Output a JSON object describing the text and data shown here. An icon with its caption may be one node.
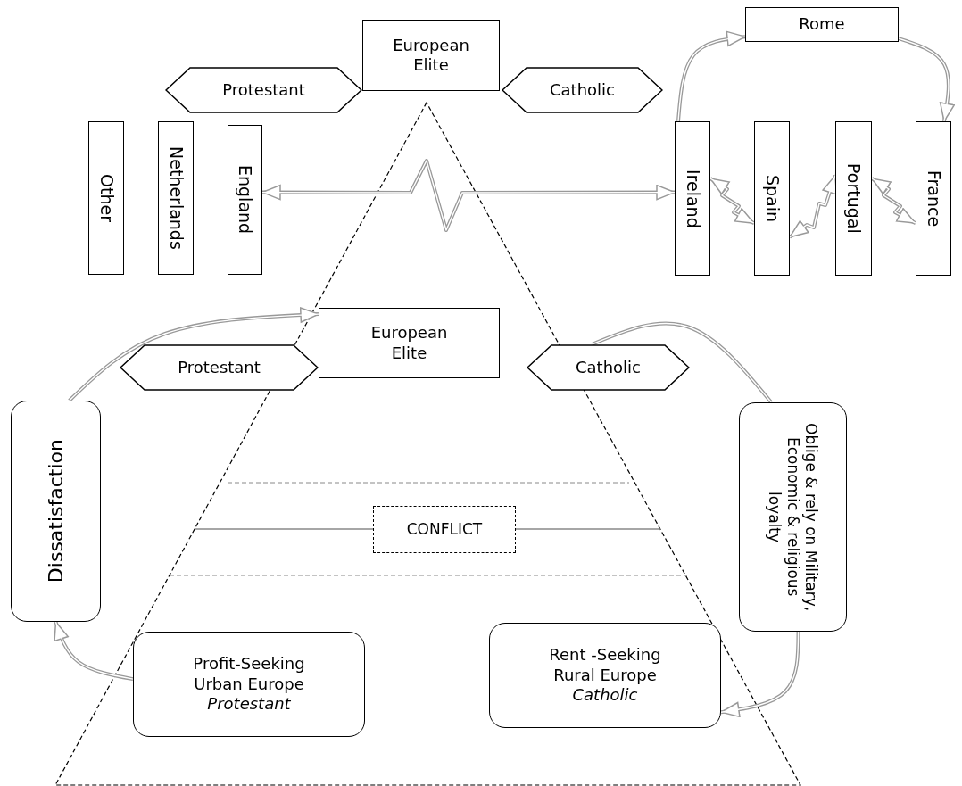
{
  "diagram": {
    "nodes": [
      {
        "text": [
          "European Elite"
        ]
      },
      {
        "text": [
          "Protestant"
        ]
      },
      {
        "text": [
          "Catholic"
        ]
      },
      {
        "text": [
          "Rome"
        ]
      },
      {
        "text": [
          "Other"
        ]
      },
      {
        "text": [
          "Netherlands"
        ]
      },
      {
        "text": [
          "England"
        ]
      },
      {
        "text": [
          "Ireland"
        ]
      },
      {
        "text": [
          "Spain"
        ]
      },
      {
        "text": [
          "Portugal"
        ]
      },
      {
        "text": [
          "France"
        ]
      },
      {
        "text": [
          "European Elite"
        ]
      },
      {
        "text": [
          "Protestant"
        ]
      },
      {
        "text": [
          "Catholic"
        ]
      },
      {
        "text": [
          "Dissatisfaction"
        ]
      },
      {
        "text": [
          "Oblige & rely on Military, Economic & religious loyalty"
        ]
      },
      {
        "text": [
          "CONFLICT"
        ]
      },
      {
        "text": [
          "Profit-Seeking Urban Europe",
          "Protestant"
        ]
      },
      {
        "text": [
          "Rent -Seeking Rural Europe",
          "Catholic"
        ]
      }
    ],
    "edges": [
      {
        "from": 6,
        "to": 7,
        "arrow": "both"
      },
      {
        "from": 7,
        "to": 8,
        "arrow": "both"
      },
      {
        "from": 8,
        "to": 9,
        "arrow": "both"
      },
      {
        "from": 9,
        "to": 10,
        "arrow": "both"
      },
      {
        "from": 7,
        "to": 3,
        "arrow": "to"
      },
      {
        "from": 3,
        "to": 10,
        "arrow": "to"
      },
      {
        "from": 14,
        "to": 11,
        "arrow": "to"
      },
      {
        "from": 13,
        "to": 15,
        "arrow": "none"
      },
      {
        "from": 15,
        "to": 18,
        "arrow": "to"
      },
      {
        "from": 17,
        "to": 14,
        "arrow": "to"
      }
    ]
  }
}
